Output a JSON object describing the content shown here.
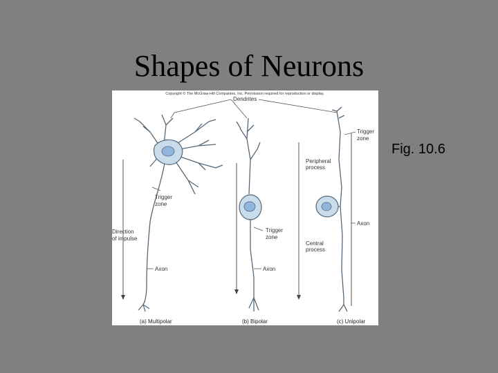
{
  "slide": {
    "title": "Shapes of Neurons",
    "caption": "Fig. 10.6"
  },
  "figure": {
    "copyright": "Copyright © The McGraw-Hill Companies, Inc. Permission required for reproduction or display.",
    "labels": {
      "dendrites": "Dendrites",
      "multipolar_trigger_1": "Trigger",
      "multipolar_trigger_2": "zone",
      "direction_1": "Direction",
      "direction_2": "of impulse",
      "multipolar_axon": "Axon",
      "bipolar_trigger_1": "Trigger",
      "bipolar_trigger_2": "zone",
      "bipolar_axon": "Axon",
      "unipolar_trigger_1": "Trigger",
      "unipolar_trigger_2": "zone",
      "peripheral_1": "Peripheral",
      "peripheral_2": "process",
      "unipolar_axon": "Axon",
      "central_1": "Central",
      "central_2": "process"
    },
    "panel_captions": {
      "multipolar": "(a) Multipolar",
      "bipolar": "(b) Bipolar",
      "unipolar": "(c) Unipolar"
    },
    "colors": {
      "cell_fill": "#c9dcec",
      "nucleus_fill": "#8fb6dc",
      "outline": "#556677"
    }
  }
}
